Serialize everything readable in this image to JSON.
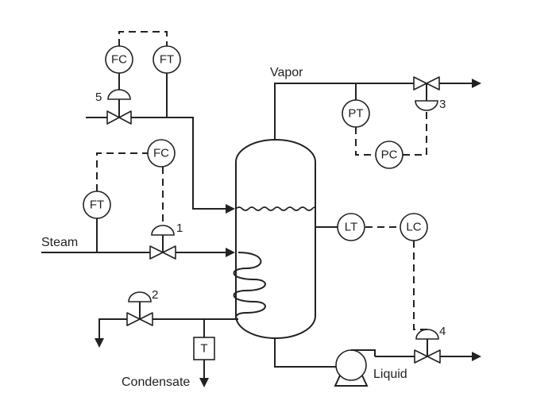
{
  "streams": {
    "vapor": "Vapor",
    "steam": "Steam",
    "condensate": "Condensate",
    "liquid": "Liquid"
  },
  "instruments": {
    "fc_top": "FC",
    "ft_top": "FT",
    "fc_steam": "FC",
    "ft_steam": "FT",
    "pt": "PT",
    "pc": "PC",
    "lt": "LT",
    "lc": "LC",
    "trap": "T"
  },
  "valve_numbers": {
    "v1": "1",
    "v2": "2",
    "v3": "3",
    "v4": "4",
    "v5": "5"
  }
}
